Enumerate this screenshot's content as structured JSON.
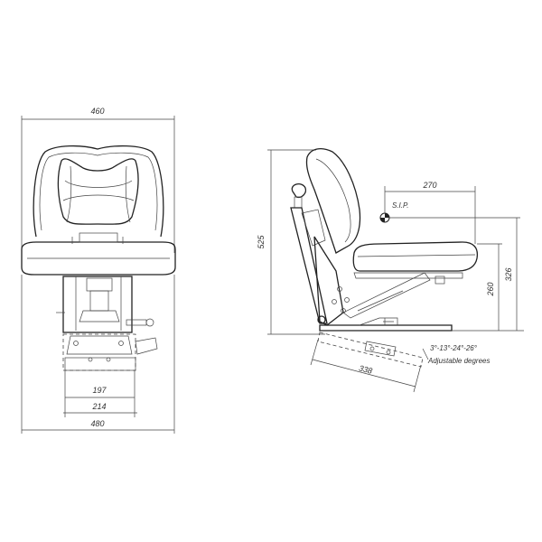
{
  "front_view": {
    "dim_top_width": "460",
    "dim_base_197": "197",
    "dim_base_214": "214",
    "dim_bottom_width": "480"
  },
  "side_view": {
    "dim_height_total": "525",
    "dim_sip_horizontal": "270",
    "sip_label": "S.I.P.",
    "dim_seat_height_260": "260",
    "dim_seat_height_326": "326",
    "dim_slide_length": "338",
    "angle_values": "3°-13°-24°-26°",
    "angle_caption": "Adjustable degrees"
  }
}
